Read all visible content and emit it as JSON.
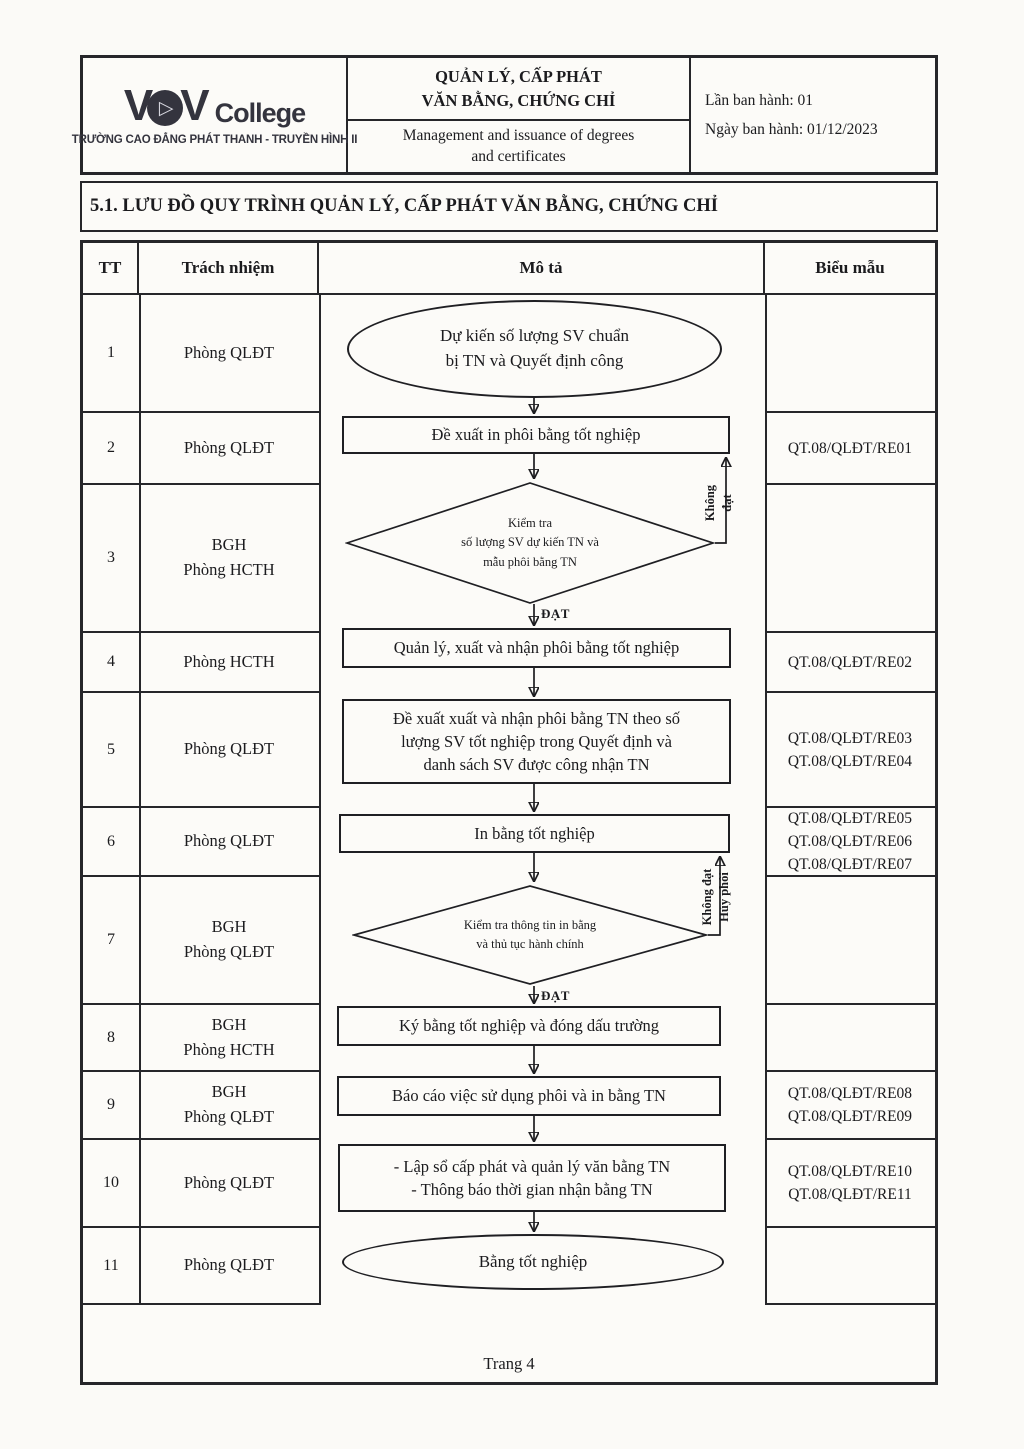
{
  "header": {
    "logo": {
      "v1": "V",
      "v2": "V",
      "play_glyph": "▷",
      "college": "College",
      "tagline": "TRƯỜNG CAO ĐẲNG PHÁT THANH - TRUYỀN HÌNH II"
    },
    "title_vi": "QUẢN LÝ, CẤP PHÁT\nVĂN BẰNG, CHỨNG CHỈ",
    "title_en": "Management and issuance of degrees\nand certificates",
    "issue_no": "Lần ban hành: 01",
    "issue_date": "Ngày ban hành: 01/12/2023"
  },
  "section_title": "5.1. LƯU ĐỒ QUY TRÌNH QUẢN LÝ, CẤP PHÁT VĂN BẰNG, CHỨNG CHỈ",
  "table": {
    "headers": {
      "tt": "TT",
      "responsibility": "Trách nhiệm",
      "description": "Mô tả",
      "form": "Biểu mẫu"
    },
    "rows": [
      {
        "tt": "1",
        "responsibility": "Phòng QLĐT",
        "form": ""
      },
      {
        "tt": "2",
        "responsibility": "Phòng QLĐT",
        "form": "QT.08/QLĐT/RE01"
      },
      {
        "tt": "3",
        "responsibility": "BGH\nPhòng HCTH",
        "form": ""
      },
      {
        "tt": "4",
        "responsibility": "Phòng HCTH",
        "form": "QT.08/QLĐT/RE02"
      },
      {
        "tt": "5",
        "responsibility": "Phòng QLĐT",
        "form": "QT.08/QLĐT/RE03\nQT.08/QLĐT/RE04"
      },
      {
        "tt": "6",
        "responsibility": "Phòng QLĐT",
        "form": "QT.08/QLĐT/RE05\nQT.08/QLĐT/RE06\nQT.08/QLĐT/RE07"
      },
      {
        "tt": "7",
        "responsibility": "BGH\nPhòng QLĐT",
        "form": ""
      },
      {
        "tt": "8",
        "responsibility": "BGH\nPhòng HCTH",
        "form": ""
      },
      {
        "tt": "9",
        "responsibility": "BGH\nPhòng QLĐT",
        "form": "QT.08/QLĐT/RE08\nQT.08/QLĐT/RE09"
      },
      {
        "tt": "10",
        "responsibility": "Phòng QLĐT",
        "form": "QT.08/QLĐT/RE10\nQT.08/QLĐT/RE11"
      },
      {
        "tt": "11",
        "responsibility": "Phòng QLĐT",
        "form": ""
      }
    ]
  },
  "flowchart": {
    "start": "Dự kiến số lượng SV chuẩn\nbị TN và Quyết định công",
    "step2": "Đề xuất in phôi bằng tốt nghiệp",
    "decision1": "Kiểm tra\nsố lượng SV dự kiến TN và\nmẫu phôi bằng TN",
    "decision1_pass": "ĐẠT",
    "decision1_fail": "Không\nđạt",
    "step4": "Quản lý, xuất và nhận phôi bằng tốt nghiệp",
    "step5": "Đề xuất xuất và nhận phôi bằng TN theo số\nlượng SV tốt nghiệp trong Quyết định và\ndanh sách SV được công nhận TN",
    "step6": "In bằng tốt nghiệp",
    "decision2": "Kiểm tra thông tin in bằng\nvà thủ tục hành chính",
    "decision2_pass": "ĐẠT",
    "decision2_fail": "Không đạt\nHủy phôi",
    "step8": "Ký bằng tốt nghiệp và đóng dấu trường",
    "step9": "Báo cáo việc sử dụng phôi và in bằng TN",
    "step10": "- Lập sổ cấp phát và quản lý văn bằng TN\n- Thông báo thời gian nhận bằng TN",
    "end": "Bằng tốt nghiệp"
  },
  "footer": {
    "page_label": "Trang 4"
  },
  "colors": {
    "ink": "#1b1b1e",
    "border": "#26262a",
    "logo": "#34343e",
    "paper": "#fbfaf7"
  }
}
